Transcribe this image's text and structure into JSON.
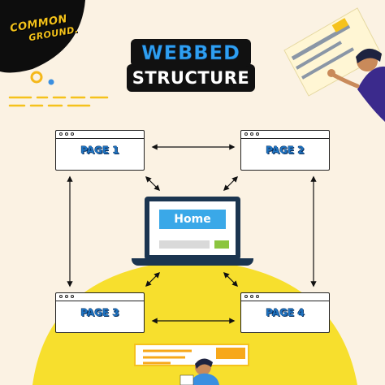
{
  "brand": {
    "line1": "COMMON",
    "line2": "GROUND."
  },
  "title": {
    "line1": "WEBBED",
    "line2": "STRUCTURE"
  },
  "laptop": {
    "label": "Home"
  },
  "pages": [
    {
      "label": "PAGE 1"
    },
    {
      "label": "PAGE 2"
    },
    {
      "label": "PAGE 3"
    },
    {
      "label": "PAGE 4"
    }
  ],
  "colors": {
    "background": "#fbf2e3",
    "yellow": "#f7df2d",
    "blue_accent": "#2f9ff0",
    "navy": "#1b3550"
  }
}
